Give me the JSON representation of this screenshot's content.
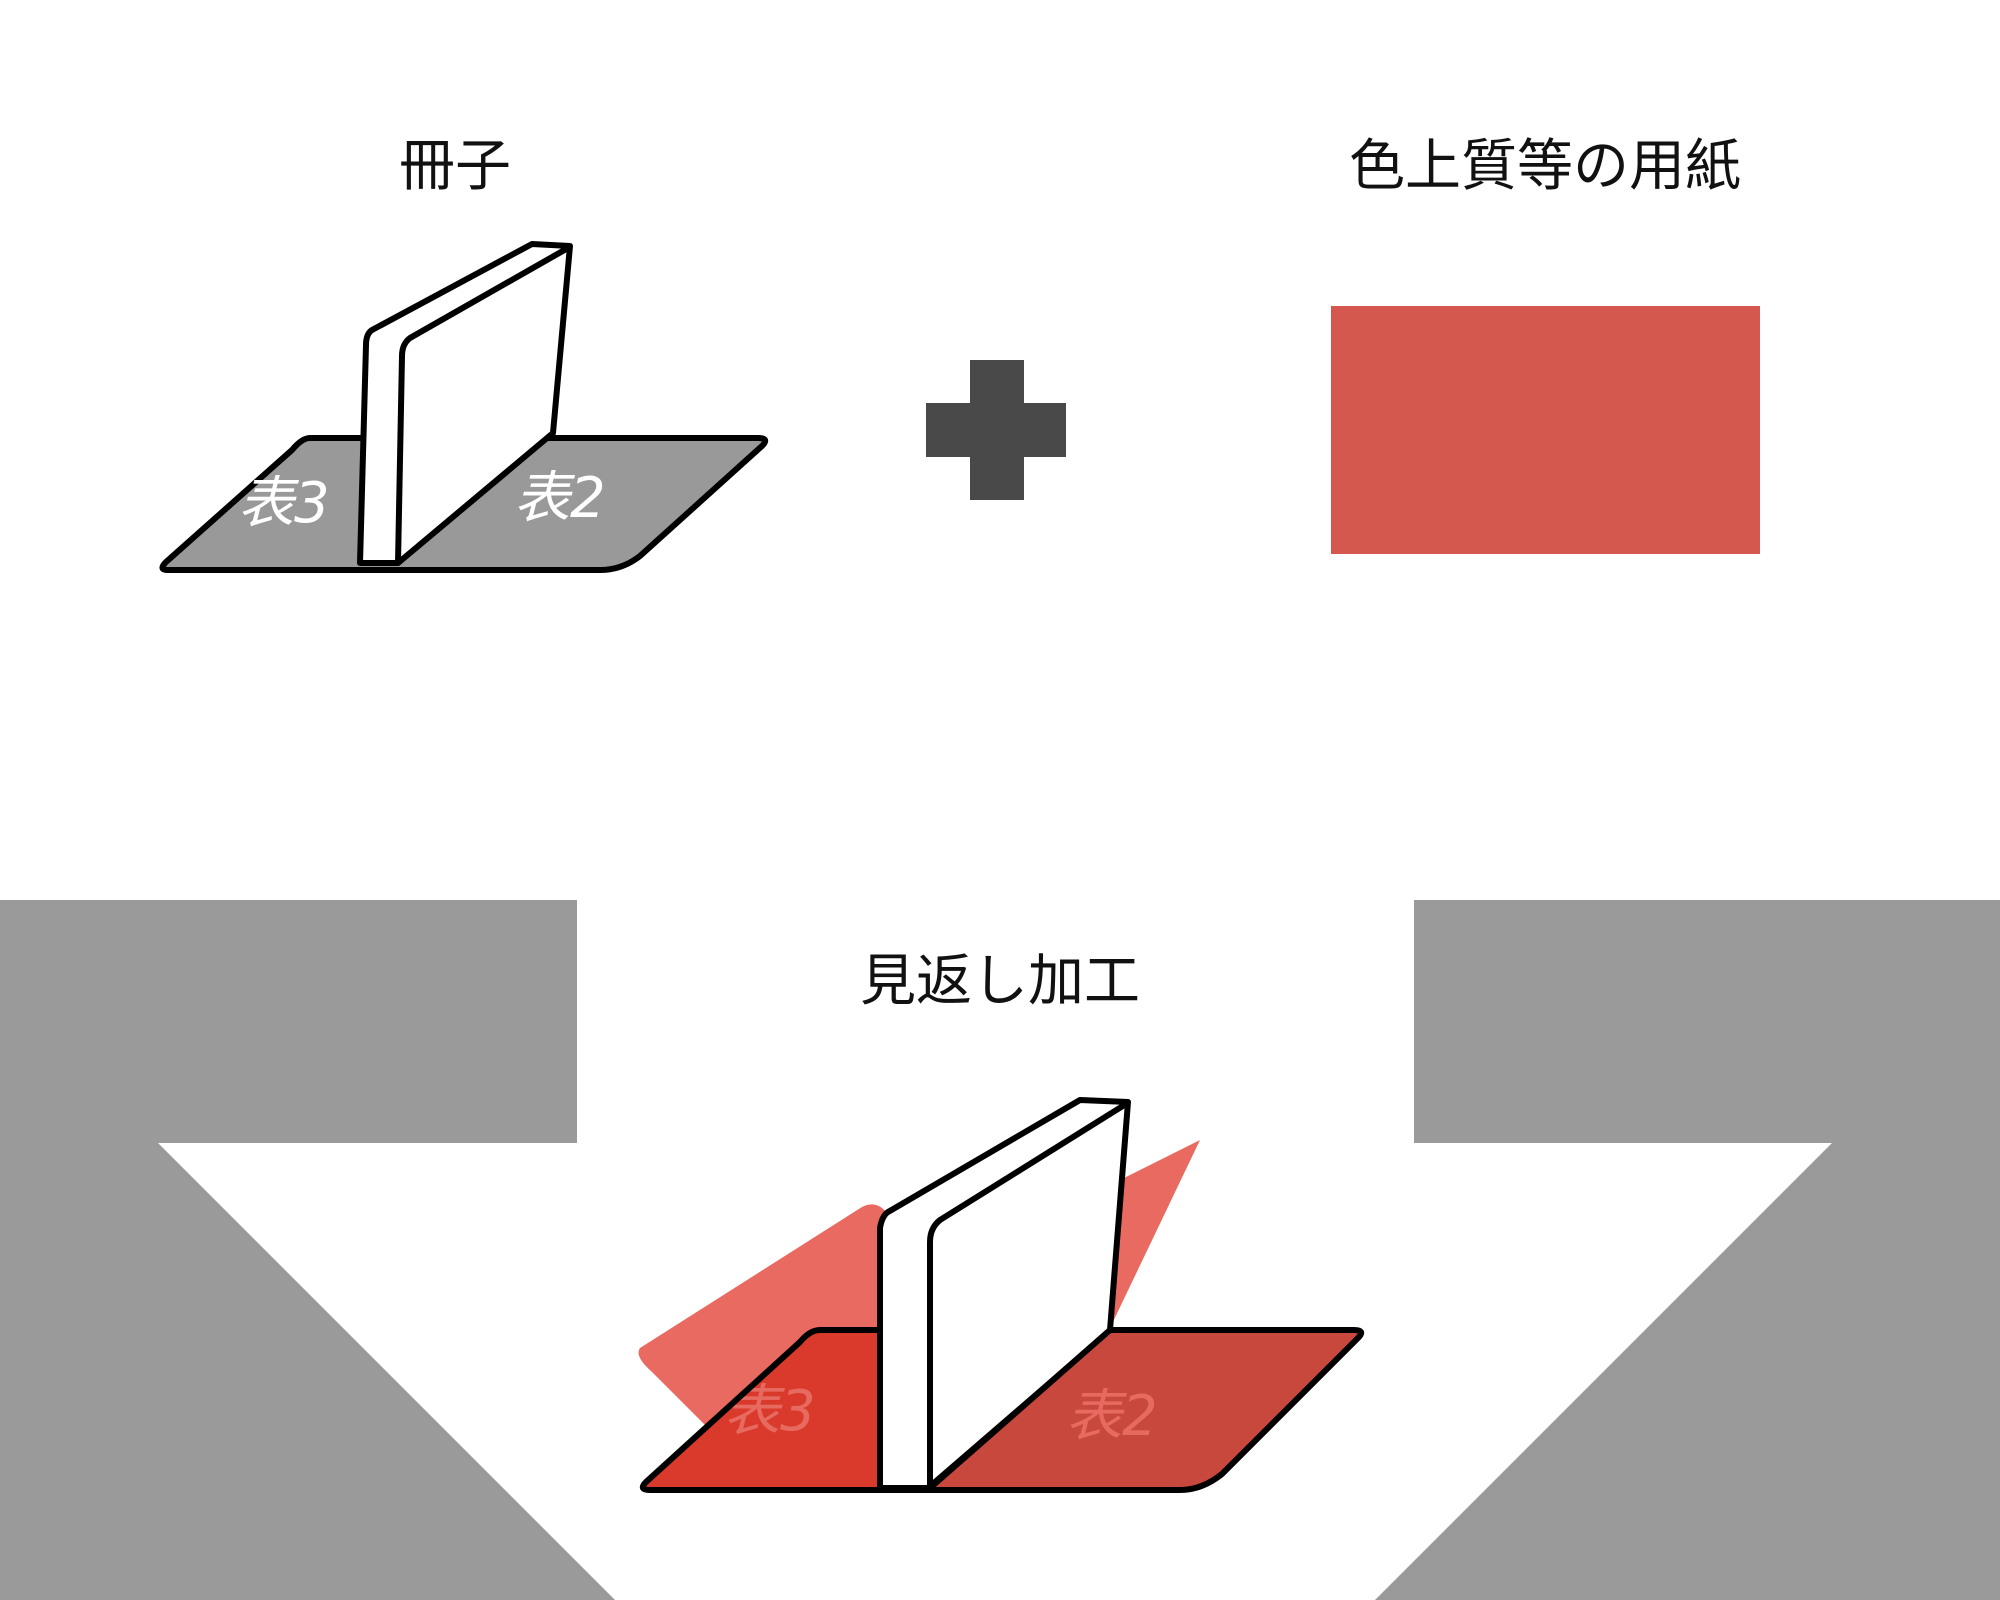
{
  "labels": {
    "booklet": "冊子",
    "paper": "色上質等の用紙",
    "result": "見返し加工"
  },
  "faces": {
    "inner_back": "表3",
    "inner_front": "表2"
  },
  "colors": {
    "background": "#ffffff",
    "arrow_gray": "#9a9a9a",
    "booklet_cover_gray": "#999999",
    "outline": "#000000",
    "plus_sign": "#494949",
    "paper_red": "#d4584d",
    "endpaper_pink": "#e96a60",
    "cover_red_left": "#da3a2b",
    "cover_red_right": "#c9483e",
    "face_text_white": "#ffffff",
    "face_text_red": "#e76a60"
  },
  "icons": {
    "operator": "plus-icon",
    "flow": "down-arrow-icon"
  }
}
